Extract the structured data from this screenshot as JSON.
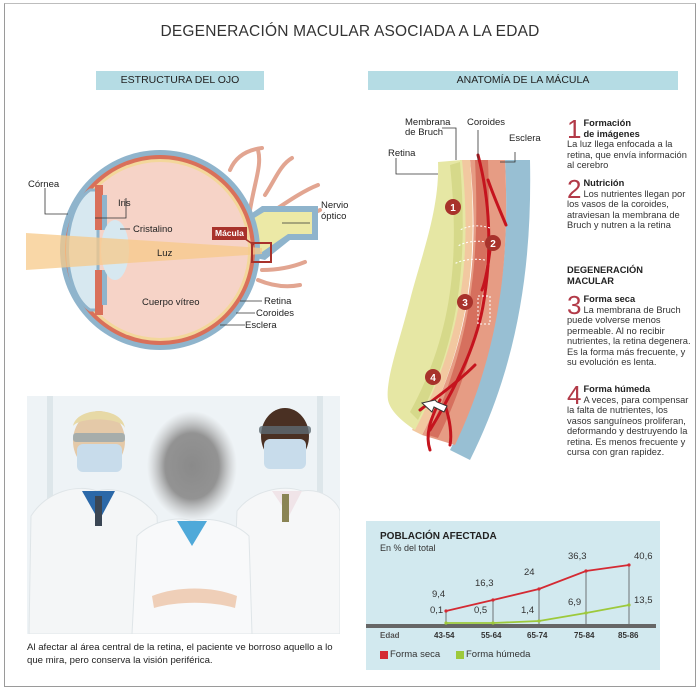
{
  "title": "DEGENERACIÓN MACULAR ASOCIADA A LA EDAD",
  "sections": {
    "left": "ESTRUCTURA DEL OJO",
    "right": "ANATOMÍA DE LA MÁCULA"
  },
  "eye_labels": {
    "cornea": "Córnea",
    "iris": "Iris",
    "cristalino": "Cristalino",
    "luz": "Luz",
    "macula": "Mácula",
    "nervio_1": "Nervio",
    "nervio_2": "óptico",
    "cuerpo_vitreo": "Cuerpo vítreo",
    "retina": "Retina",
    "coroides": "Coroides",
    "esclera": "Esclera"
  },
  "macula_labels": {
    "membrana_1": "Membrana",
    "membrana_2": "de Bruch",
    "coroides": "Coroides",
    "esclera": "Esclera",
    "retina": "Retina",
    "markers": [
      "1",
      "2",
      "3",
      "4"
    ]
  },
  "notes": [
    {
      "num": "1",
      "heading_1": "Formación",
      "heading_2": "de imágenes",
      "body": "La luz llega enfocada a la retina, que envía información al cerebro"
    },
    {
      "num": "2",
      "heading_1": "Nutrición",
      "body": "Los nutrientes llegan por los vasos de la coroides, atraviesan la membrana de Bruch y nutren a la retina"
    },
    {
      "num": "3",
      "heading_1": "Forma seca",
      "body": "La membrana de Bruch puede volverse menos permeable. Al no recibir nutrientes, la retina degenera. Es la forma más frecuente, y su evolución es lenta."
    },
    {
      "num": "4",
      "heading_1": "Forma húmeda",
      "body": "A veces, para compensar la falta de nutrientes, los vasos sanguíneos proliferan, deformando y destruyendo la retina. Es menos frecuente y cursa con gran rapidez."
    }
  ],
  "degeneration_title_1": "DEGENERACIÓN",
  "degeneration_title_2": "MACULAR",
  "photo": {
    "description": "Three medical workers in white coats, goggles and masks; center face blurred"
  },
  "caption": "Al afectar al área central de la retina, el paciente ve borroso aquello a lo que mira, pero conserva la visión periférica.",
  "chart": {
    "title": "POBLACIÓN AFECTADA",
    "subtitle": "En % del total",
    "axis_label": "Edad",
    "legend_seca": "Forma seca",
    "legend_humeda": "Forma húmeda",
    "labels_seca": [
      "9,4",
      "16,3",
      "24",
      "36,3",
      "40,6"
    ],
    "labels_humeda": [
      "0,1",
      "0,5",
      "1,4",
      "6,9",
      "13,5"
    ],
    "categories": [
      "43-54",
      "55-64",
      "65-74",
      "75-84",
      "85-86"
    ]
  },
  "colors": {
    "section_bar": "#b5dce4",
    "accent_red": "#b23a48",
    "seca": "#d42a33",
    "humeda": "#9dc93b",
    "chart_bg": "#d2e9ef"
  },
  "chart_data": {
    "type": "line",
    "title": "POBLACIÓN AFECTADA",
    "subtitle": "En % del total",
    "xlabel": "Edad",
    "ylabel": "%",
    "categories": [
      "43-54",
      "55-64",
      "65-74",
      "75-84",
      "85-86"
    ],
    "series": [
      {
        "name": "Forma seca",
        "color": "#d42a33",
        "values": [
          9.4,
          16.3,
          24,
          36.3,
          40.6
        ]
      },
      {
        "name": "Forma húmeda",
        "color": "#9dc93b",
        "values": [
          0.1,
          0.5,
          1.4,
          6.9,
          13.5
        ]
      }
    ],
    "ylim": [
      0,
      45
    ],
    "grid": false,
    "legend_position": "bottom"
  }
}
